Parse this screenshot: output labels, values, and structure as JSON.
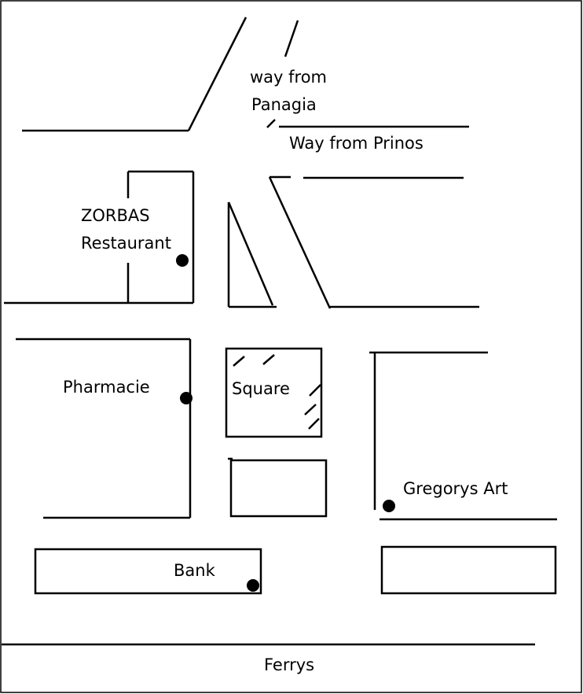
{
  "map": {
    "labels": {
      "way_from_panagia_line1": "way from",
      "way_from_panagia_line2": "Panagia",
      "way_from_prinos": "Way from Prinos",
      "zorbas_line1": "ZORBAS",
      "zorbas_line2": "Restaurant",
      "pharmacie": "Pharmacie",
      "square": "Square",
      "gregorys_art": "Gregorys Art",
      "bank": "Bank",
      "ferrys": "Ferrys"
    },
    "colors": {
      "ink": "#000000",
      "paper": "#ffffff"
    }
  }
}
